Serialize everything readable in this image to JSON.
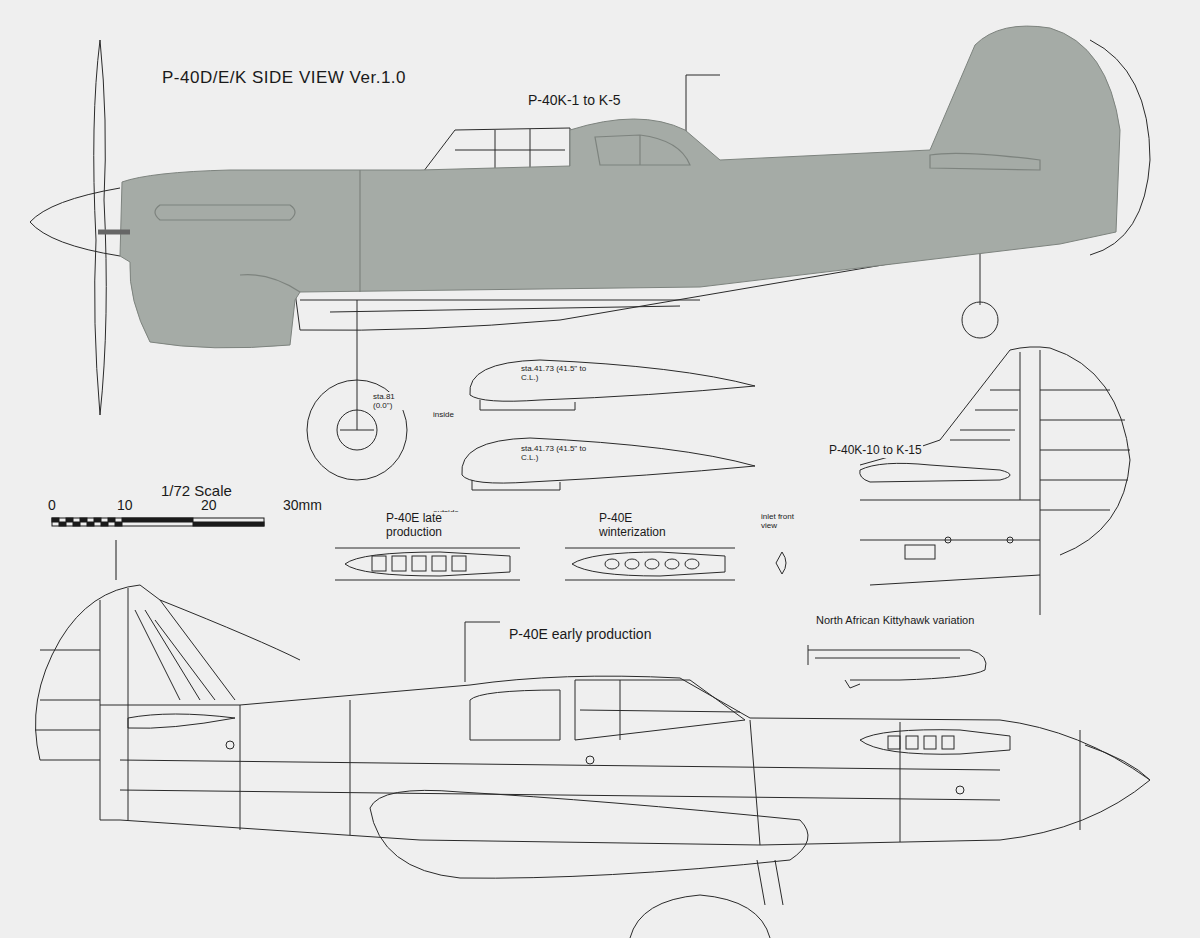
{
  "diagram": {
    "title": "P-40D/E/K SIDE VIEW Ver.1.0",
    "labels": [
      "P-40K-1 to K-5",
      "sta.81 (0.0\")",
      "sta.41.73 (41.5\" to C.L.)",
      "inside",
      "sta.41.73 (41.5\" to C.L.)",
      "outside",
      "1/72 Scale",
      "0",
      "10",
      "20",
      "30mm",
      "P-40E late production",
      "P-40E winterization",
      "inlet front view",
      "P-40K-10 to K-15",
      "P-40E early production",
      "North African Kittyhawk variation"
    ]
  }
}
